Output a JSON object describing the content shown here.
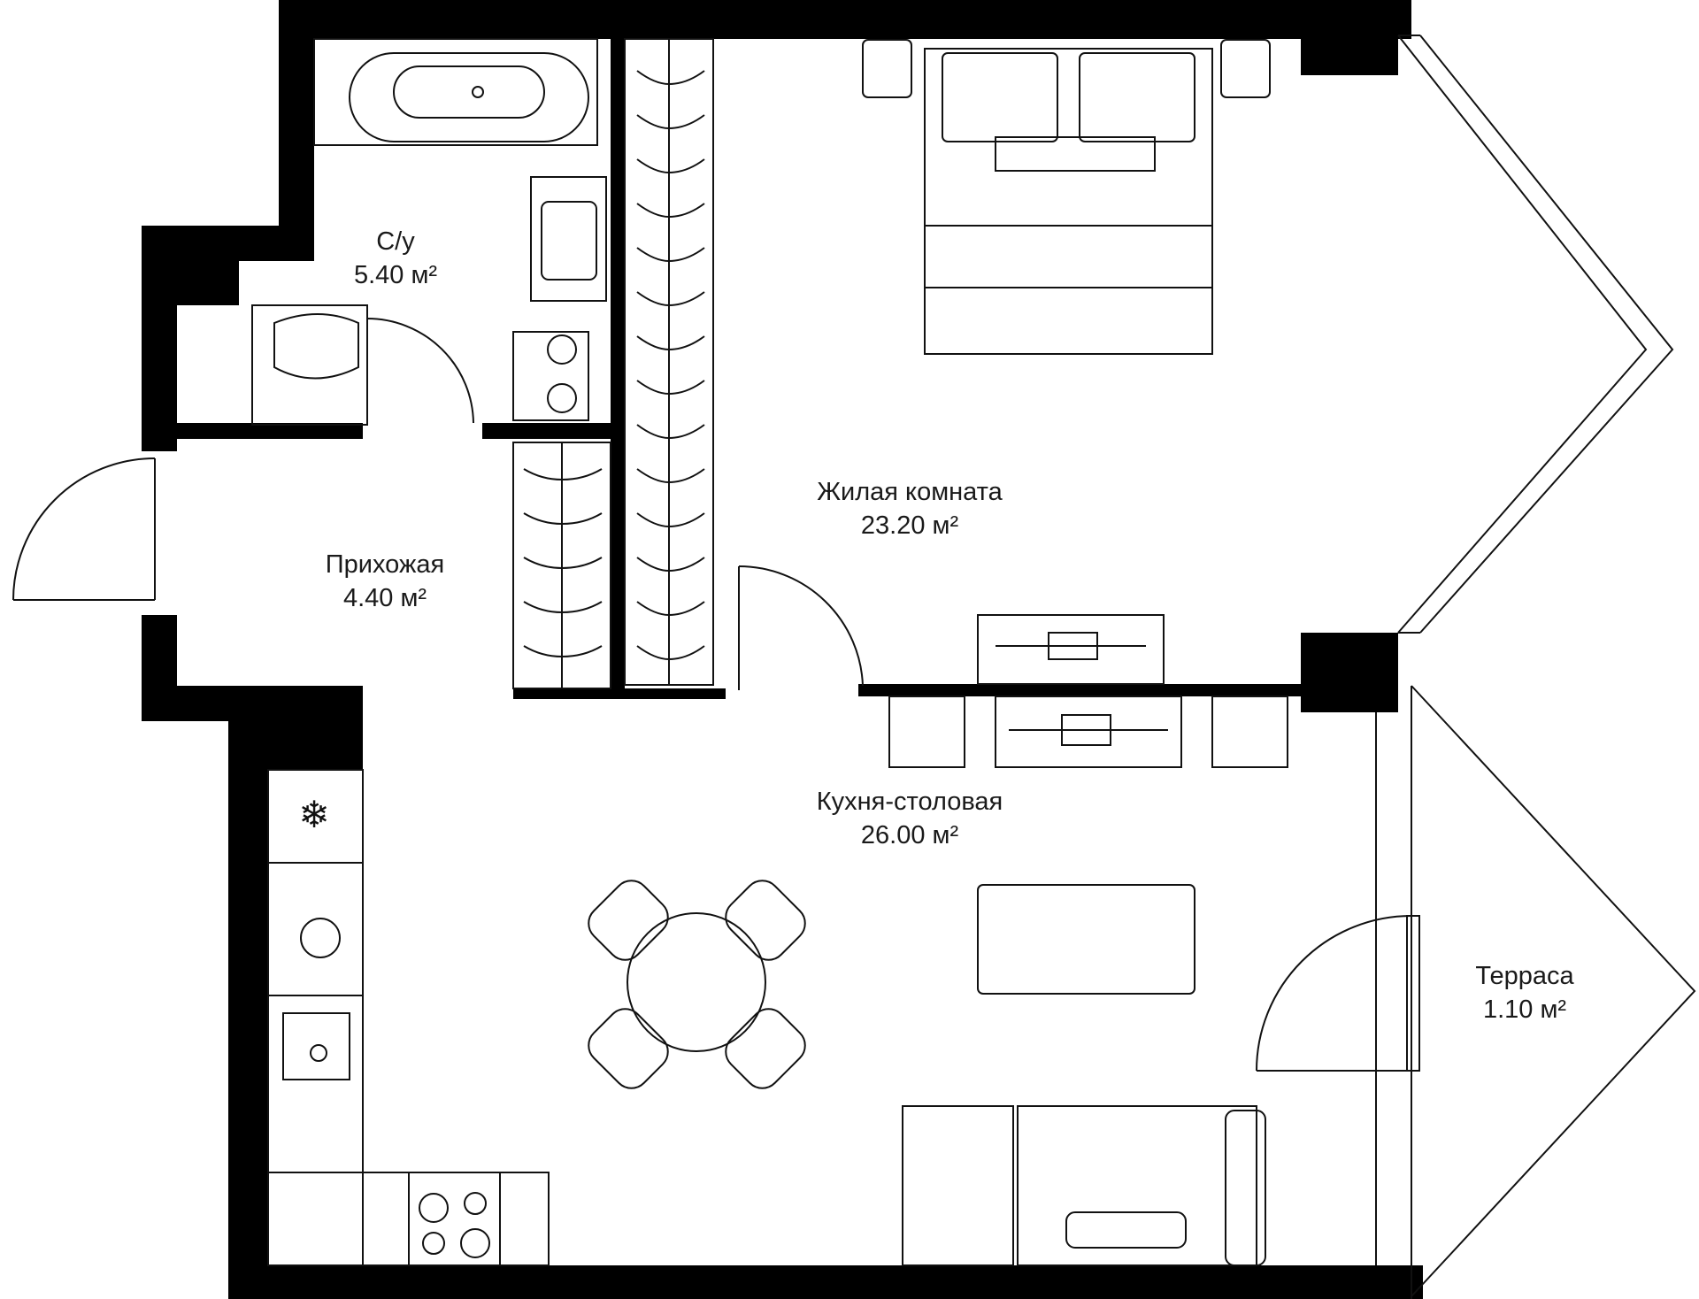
{
  "rooms": [
    {
      "id": "bathroom",
      "name": "С/у",
      "area": "5.40 м²"
    },
    {
      "id": "hallway",
      "name": "Прихожая",
      "area": "4.40 м²"
    },
    {
      "id": "living",
      "name": "Жилая комната",
      "area": "23.20 м²"
    },
    {
      "id": "kitchen",
      "name": "Кухня-столовая",
      "area": "26.00 м²"
    },
    {
      "id": "terrace",
      "name": "Терраса",
      "area": "1.10 м²"
    }
  ],
  "colors": {
    "wall": "#000000",
    "line": "#111111",
    "background": "#ffffff"
  }
}
